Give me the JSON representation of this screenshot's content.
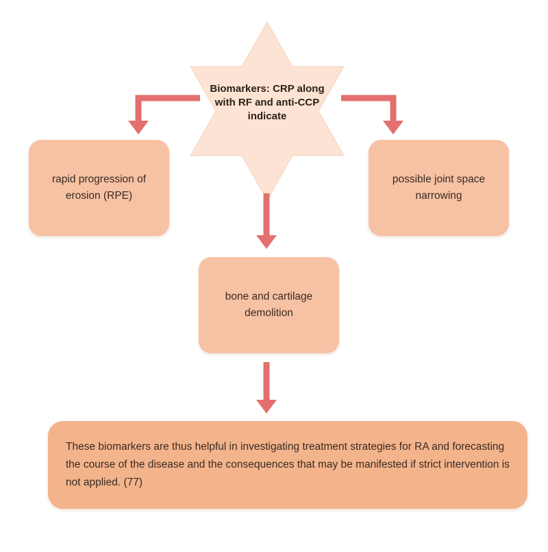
{
  "colors": {
    "box_fill": "#f7c2a4",
    "summary_fill": "#f3b48c",
    "star_fill": "#fce3d3",
    "arrow": "#e3706e"
  },
  "star": {
    "label": "Biomarkers: CRP along with RF and anti-CCP indicate"
  },
  "boxes": {
    "rpe": "rapid progression of erosion (RPE)",
    "jsn": "possible joint space narrowing",
    "bone": "bone and cartilage demolition",
    "summary": "These biomarkers are thus helpful in investigating treatment strategies for RA and forecasting the course of the disease and the consequences that may be manifested if strict intervention is not applied. (77)"
  }
}
